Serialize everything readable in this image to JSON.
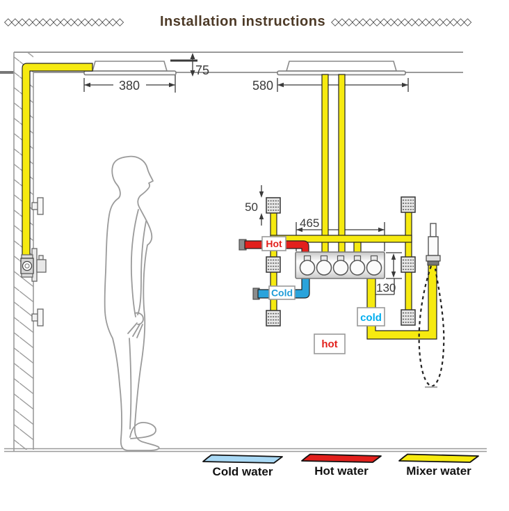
{
  "header": {
    "ornament_left": "◇◇◇◇◇◇◇◇◇◇◇◇◇◇◇◇◇",
    "title": "Installation instructions",
    "ornament_right": "◇◇◇◇◇◇◇◇◇◇◇◇◇◇◇◇◇◇◇◇"
  },
  "diagram": {
    "dims": {
      "ceiling_drop": "75",
      "head_small_width": "380",
      "head_large_width": "580",
      "jet_size": "50",
      "valve_width": "465",
      "valve_height": "130"
    },
    "inlets": {
      "hot": "Hot",
      "cold": "Cold"
    },
    "outlets": {
      "cold": "cold",
      "hot": "hot"
    }
  },
  "legend": {
    "items": [
      {
        "label": "Cold water",
        "color": "#a9d9f5"
      },
      {
        "label": "Hot water",
        "color": "#e2201c"
      },
      {
        "label": "Mixer water",
        "color": "#f6ea10"
      }
    ]
  },
  "colors": {
    "mixer_pipe": "#f6ea10",
    "hot_pipe": "#e2201c",
    "cold_pipe": "#2aa3db",
    "cold_text": "#00aeef",
    "hot_text": "#e2201c",
    "line_gray": "#9a9a9a",
    "dim_gray": "#3a3a3a",
    "title_brown": "#4d3a27"
  }
}
